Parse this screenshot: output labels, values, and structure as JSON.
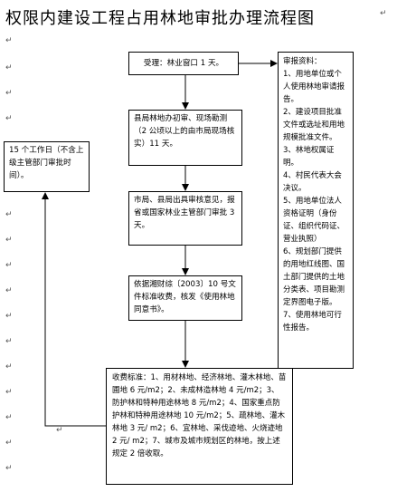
{
  "title": "权限内建设工程占用林地审批办理流程图",
  "para_mark": "↵",
  "steps": {
    "accept": "受理：林业窗口 1 天。",
    "review": "县局林地办初审、现场勘测（2 公顷以上的由市局现场核实）11 天。",
    "approve": "市局、县局出具审核意见，报省或国家林业主管部门审批 3 天。",
    "fee_doc": "依据湘财综〔2003〕10 号文件标准收费，核发《使用林地同意书》。",
    "fee": "收费标准：1、用材林地、经济林地、灌木林地、苗圃地 6 元/m2；2、未成林造林地 4 元/m2；3、防护林和特种用途林地 8 元/m2；4、国家重点防护林和特种用途林地 10 元/m2；5、疏林地、灌木林地 3 元/ m2；6、宜林地、采伐迹地、火烧迹地 2 元/ m2；7、城市及城市规划区的林地，按上述规定 2 倍收取。"
  },
  "time_box": "15 个工作日（不含上级主管部门审批时间）。",
  "materials": {
    "heading": "审报资料：",
    "items": [
      "1、用地单位或个人使用林地审请报告。",
      "2、建设项目批准文件或选址和用地规模批准文件。",
      "3、林地权属证明。",
      "4、村民代表大会决议。",
      "5、用地单位法人资格证明（身份证、组织代码证、营业执照）",
      "6、规划部门提供的用地红线图、国土部门提供的土地分类表、项目勘测定界图电子版。",
      "7、使用林地可行性报告。"
    ]
  }
}
